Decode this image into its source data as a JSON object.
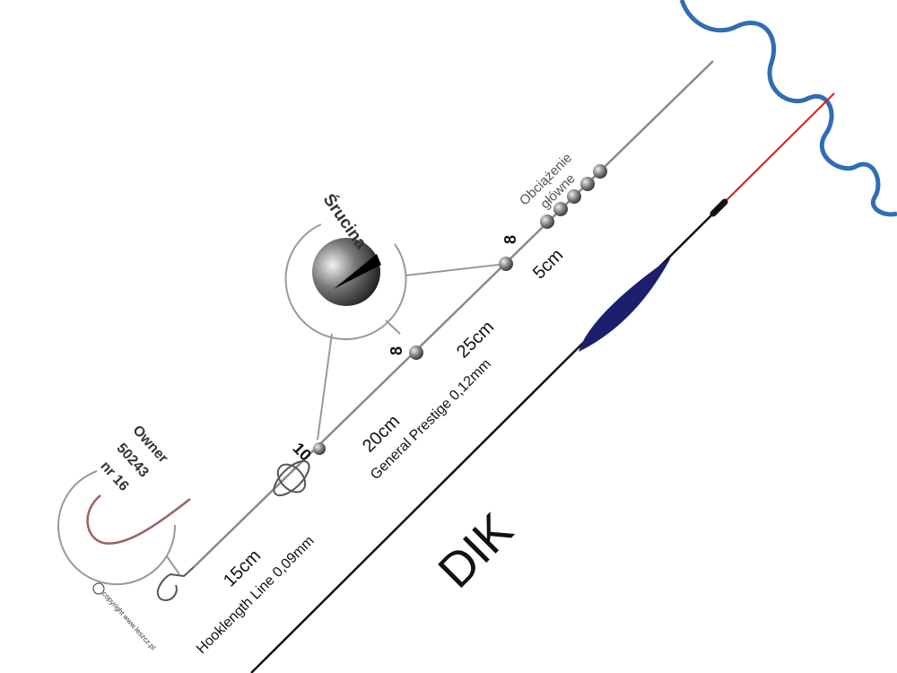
{
  "labels": {
    "shot_title": "Śrucina",
    "bulk_weight": "Obciążenie główne",
    "bulk_gap": "5cm",
    "shot_size_upper": "8",
    "shot_size_middle": "8",
    "shot_size_lower": "10",
    "segment_upper": "25cm",
    "main_line": "General Prestige 0,12mm",
    "segment_lower": "20cm",
    "hooklength_len": "15cm",
    "hooklength_line": "Hooklength Line 0,09mm",
    "float_name": "DIK",
    "hook_brand": "Owner",
    "hook_model": "50243",
    "hook_size": "nr 16",
    "copyright": "copyright www.leszcz.pl"
  },
  "colors": {
    "water": "#2f6db5",
    "float_body": "#1c1f6b",
    "antenna": "#d42020",
    "line": "#8a8a8a"
  }
}
